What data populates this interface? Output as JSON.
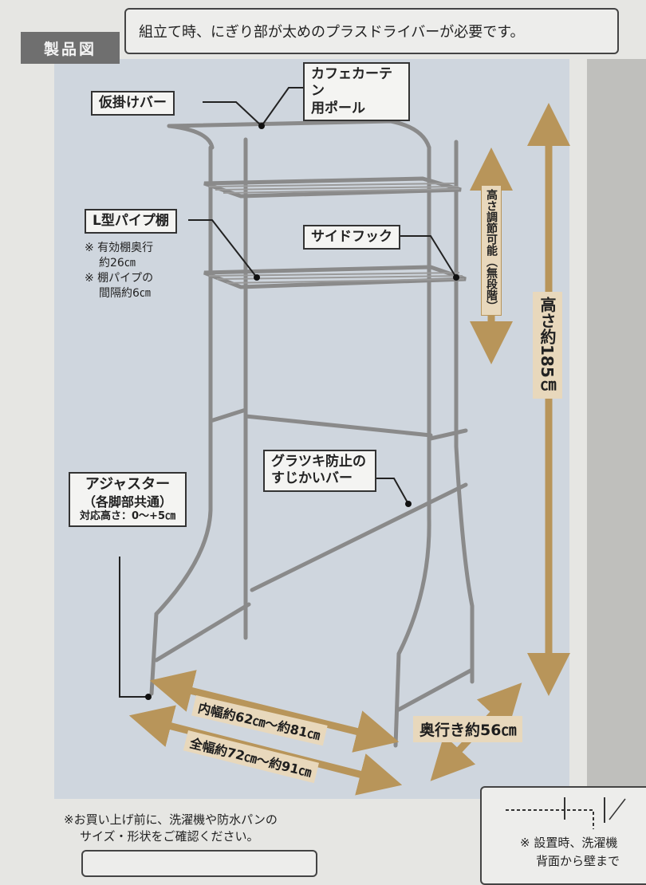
{
  "header": {
    "tag_label": "製品図",
    "note": "組立て時、にぎり部が太めのプラスドライバーが必要です。"
  },
  "labels": {
    "temporary_bar": "仮掛けバー",
    "cafe_curtain_line1": "カフェカーテン",
    "cafe_curtain_line2": "用ポール",
    "l_shelf": "L型パイプ棚",
    "side_hook": "サイドフック",
    "anti_wobble_line1": "グラツキ防止の",
    "anti_wobble_line2": "すじかいバー",
    "adjuster_line1": "アジャスター",
    "adjuster_line2": "（各脚部共通）",
    "adjuster_line3": "対応高さ：0～+5㎝"
  },
  "notes": {
    "shelf_depth": "※ 有効棚奥行",
    "shelf_depth_value": "約26㎝",
    "pipe_gap": "※ 棚パイプの",
    "pipe_gap_value": "間隔約6㎝"
  },
  "dimensions": {
    "height_adjust": "高さ調節可能（無段階）",
    "height": "高さ約185㎝",
    "inner_width": "内幅約62㎝～約81㎝",
    "total_width": "全幅約72㎝～約91㎝",
    "depth": "奥行き約56㎝"
  },
  "footer": {
    "line1": "※お買い上げ前に、洗濯機や防水パンの",
    "line2": "サイズ・形状をご確認ください。",
    "side_line1": "※ 設置時、洗濯機",
    "side_line2": "背面から壁まで"
  },
  "colors": {
    "panel": "#cfd6de",
    "arrow": "#b8955a",
    "frame": "#8a8a8a"
  }
}
